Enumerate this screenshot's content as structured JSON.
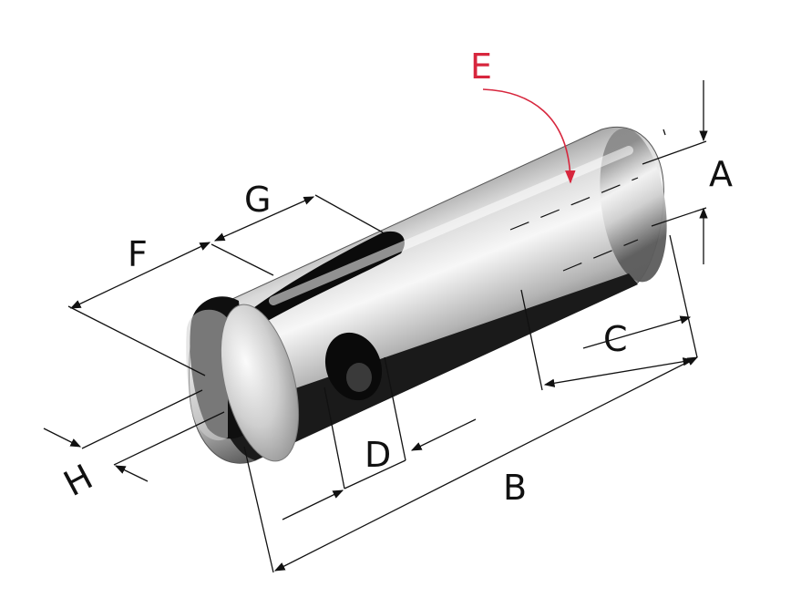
{
  "labels": {
    "A": "A",
    "B": "B",
    "C": "C",
    "D": "D",
    "E": "E",
    "F": "F",
    "G": "G",
    "H": "H"
  },
  "colors": {
    "line": "#111111",
    "label": "#111111",
    "accent": "#d7263d",
    "metal_dark": "#6f6f6f",
    "metal_light": "#f4f4f4",
    "slot": "#0b0b0b"
  }
}
